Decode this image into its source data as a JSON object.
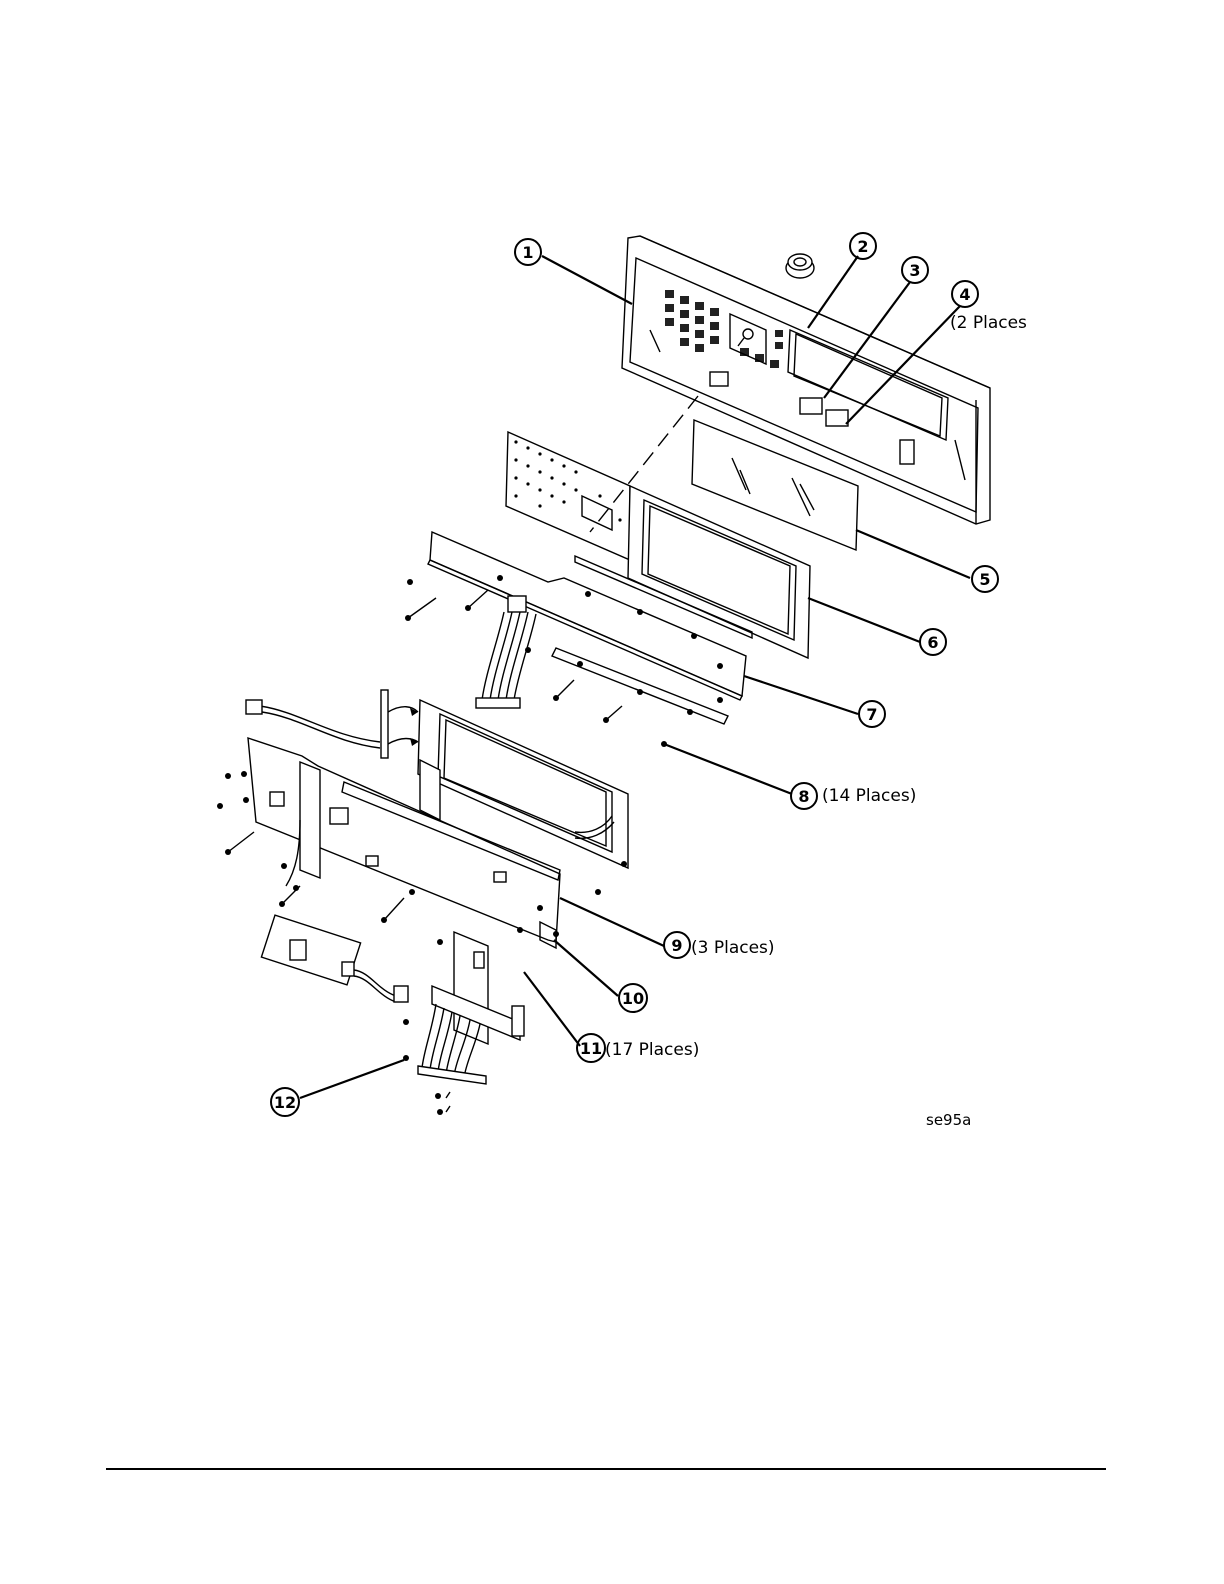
{
  "figure_id": "se95a",
  "callouts": [
    {
      "num": "1",
      "note": ""
    },
    {
      "num": "2",
      "note": ""
    },
    {
      "num": "3",
      "note": ""
    },
    {
      "num": "4",
      "note": "(2 Places"
    },
    {
      "num": "5",
      "note": ""
    },
    {
      "num": "6",
      "note": ""
    },
    {
      "num": "7",
      "note": ""
    },
    {
      "num": "8",
      "note": "(14 Places)"
    },
    {
      "num": "9",
      "note": "(3 Places)"
    },
    {
      "num": "10",
      "note": ""
    },
    {
      "num": "11",
      "note": "(17 Places)"
    },
    {
      "num": "12",
      "note": ""
    }
  ],
  "colors": {
    "line": "#000000",
    "background": "#ffffff"
  }
}
